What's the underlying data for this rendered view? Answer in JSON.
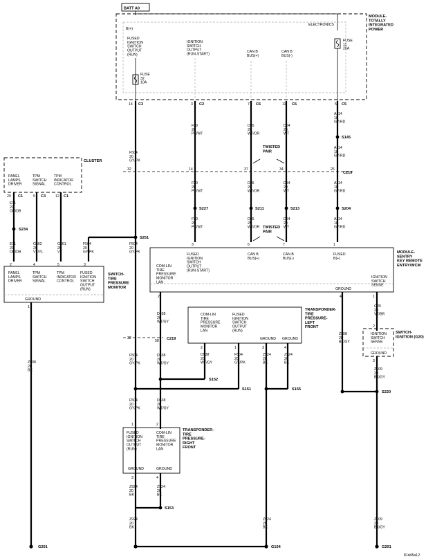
{
  "modules": {
    "tipm": {
      "title": "MODULE-\nTOTALLY\nINTEGRATED\nPOWER",
      "batt": "BATT A0",
      "bplus": "B(+)",
      "electronics": "ELECTRONICS",
      "pins": [
        "FUSED\nIGNITION\nSWITCH\nOUTPUT\n(RUN)",
        "IGNITION\nSWITCH\nOUTPUT\n(RUN-START)",
        "CAN B\nBUS(+)",
        "CAN B\nBUS(-)"
      ],
      "fuse32": "FUSE\n32\n10A",
      "fuse11": "FUSE\n11\n20A"
    },
    "cluster": {
      "title": "CLUSTER",
      "pins": [
        "PANEL\nLAMPS\nDRIVER",
        "TPM\nSWITCH\nSIGNAL",
        "TPM\nINDICATOR\nCONTROL"
      ]
    },
    "switch_tpm": {
      "title": "SWITCH-\nTIRE\nPRESSURE\nMONITOR",
      "pins": [
        "PANEL\nLAMPS\nDRIVER",
        "TPM\nSWITCH\nSIGNAL",
        "TPM\nINDICATOR\nCONTROL",
        "FUSED\nIGNITION\nSWITCH\nOUTPUT\n(RUN)"
      ],
      "ground": "GROUND"
    },
    "skreem": {
      "title": "MODULE-\nSENTRY\nKEY REMOTE\nENTRY/WCM",
      "pins": [
        "COM-LIN\nTIRE\nPRESSURE\nMONITOR\nLAN",
        "FUSED\nIGNITION\nSWITCH\nOUTPUT\n(RUN-START)",
        "CAN B\nBUS(+)",
        "CAN B\nBUS(-)",
        "FUSED\nB(+)",
        "GROUND",
        "IGNITION\nSWITCH\nSENSE"
      ]
    },
    "tire_lf": {
      "title": "TRANSPONDER-\nTIRE\nPRESSURE-\nLEFT\nFRONT",
      "pins": [
        "COM-LIN\nTIRE\nPRESSURE\nMONITOR\nLAN",
        "FUSED\nIGNITION\nSWITCH\nOUTPUT\n(RUN)",
        "GROUND",
        "GROUND"
      ]
    },
    "tire_rf": {
      "title": "TRANSPONDER-\nTIRE\nPRESSURE-\nRIGHT\nFRONT",
      "pins": [
        "FUSED\nIGNITION\nSWITCH\nOUTPUT\n(RUN)",
        "COM-LIN\nTIRE\nPRESSURE\nMONITOR\nLAN",
        "GROUND",
        "GROUND"
      ]
    },
    "ign_switch": {
      "title": "SWITCH-\nIGNITION (G20)",
      "pins": [
        "IGNITION\nSWITCH\nSENSE",
        "GROUND"
      ]
    }
  },
  "connectors": {
    "c3": "C3",
    "c2": "C2",
    "c6a": "C6",
    "c6b": "C6",
    "c5": "C5",
    "c219a": "C219",
    "c219b": "C219",
    "c1a": "C1",
    "c3b": "C3",
    "c1b": "C1"
  },
  "pin_numbers": {
    "p14": "14",
    "p3": "3",
    "p7": "7",
    "p11": "11",
    "p5": "5",
    "p32": "32",
    "p14b": "14",
    "p37": "37",
    "p34": "34",
    "p26": "26",
    "pc20": "20",
    "pc5": "5",
    "pc12": "12",
    "ps2": "2",
    "ps4": "4",
    "ps5": "5",
    "ps3": "3",
    "psk3": "3",
    "psk2": "2",
    "psk6": "6",
    "psk7": "7",
    "psk1": "1",
    "psk4": "4",
    "psk_gnd": "1",
    "pc219_32": "32",
    "pc219_58": "58",
    "plf2": "2",
    "plf1": "1",
    "plf3": "3",
    "plf4": "4",
    "prf1": "1",
    "prf2": "2",
    "prf3": "3",
    "prf4": "4",
    "pig2": "2",
    "pig3": "3"
  },
  "wires": {
    "f504_top": "F504\n20\nGY/PK",
    "f20_a": "F20\n20\nPK/WT",
    "d55_a": "D55\n20\nWT/OR",
    "d54_a": "D54\n20\nWT",
    "a114_a": "A114\n18\nGY/RD",
    "a114_b": "A114\n18\nGY/RD",
    "f20_b": "F20\n20\nPK/WT",
    "d55_b": "D55\n20\nWT/OR",
    "d54_b": "D54\n20\nWT",
    "a114_c": "A114\n18\nGY/RD",
    "f20_c": "F20\n20\nPK/WT",
    "d55_c": "D55\n20\nWT/OR",
    "d54_c": "D54\n20\nWT",
    "a114_d": "A114\n18\nGY/RD",
    "e11_a": "E11\n20\nOR/DB",
    "e11_b": "E11\n20\nOR/DB",
    "g562": "G562\n20\nVT/YL",
    "g561": "G561\n20\nVT",
    "f504_sw": "F504\n20\nGY/PK",
    "f504_mid": "F504\n20\nGY/PK",
    "d538_a": "D538\n20\nWT/GY",
    "f504_c": "F504\n20\nGY/PK",
    "d538_b": "D538\n20\nWT/GY",
    "d538_lf": "D538\n20\nWT/GY",
    "f504_lf": "F504\n20\nGY/PK",
    "z924_lf3": "Z924\n20\nBK",
    "z924_lf4": "Z924\n20\nBK",
    "f504_d": "F504\n20\nGY/PK",
    "d538_c": "D538\n20\nWT/GY",
    "z924_rf3": "Z924\n20\nBK",
    "z924_rf4": "Z924\n20\nBK",
    "z924_e": "Z924\n20\nBK",
    "z924_f": "Z924\n20\nBK",
    "z908": "Z908\n20\nBK",
    "z909_a": "Z908\n20\nBK/GY",
    "z109_a": "Z109\n20\nBK/GY",
    "z109_b": "Z109\n20\nBK/GY",
    "g20": "G20\n20\nVT/BR"
  },
  "splices": {
    "s145": "S145",
    "s227": "S227",
    "s211": "S211",
    "s213": "S213",
    "s204": "S204",
    "s234": "S234",
    "s251": "S251",
    "s152": "S152",
    "s151": "S151",
    "s155": "S155",
    "s153": "S153",
    "s220": "S220"
  },
  "grounds": {
    "g201a": "G201",
    "g104": "G104",
    "g201b": "G201"
  },
  "twisted": {
    "tp1": "TWISTED\nPAIR",
    "tp2": "TWISTED\nPAIR"
  },
  "figure_id": "81d45a12"
}
